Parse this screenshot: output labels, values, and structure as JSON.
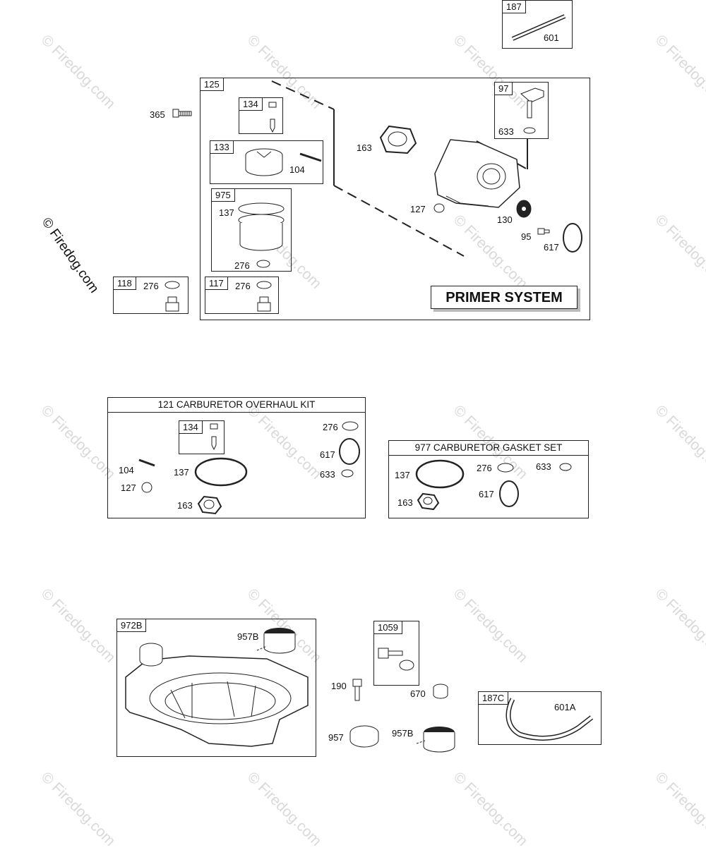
{
  "watermark": "© Firedog.com",
  "copyright": "© Firedog.com",
  "primer_title": "PRIMER SYSTEM",
  "kit121_title": "121 CARBURETOR OVERHAUL KIT",
  "kit977_title": "977 CARBURETOR GASKET SET",
  "labels": {
    "p365": "365",
    "p125": "125",
    "p134": "134",
    "p133": "133",
    "p104": "104",
    "p975": "975",
    "p137": "137",
    "p276": "276",
    "p118": "118",
    "p117": "117",
    "p163": "163",
    "p97": "97",
    "p633": "633",
    "p127": "127",
    "p130": "130",
    "p95": "95",
    "p617": "617",
    "p972B": "972B",
    "p957B": "957B",
    "p1059": "1059",
    "p190": "190",
    "p670": "670",
    "p957": "957",
    "p187": "187",
    "p601": "601",
    "p187C": "187C",
    "p601A": "601A"
  }
}
